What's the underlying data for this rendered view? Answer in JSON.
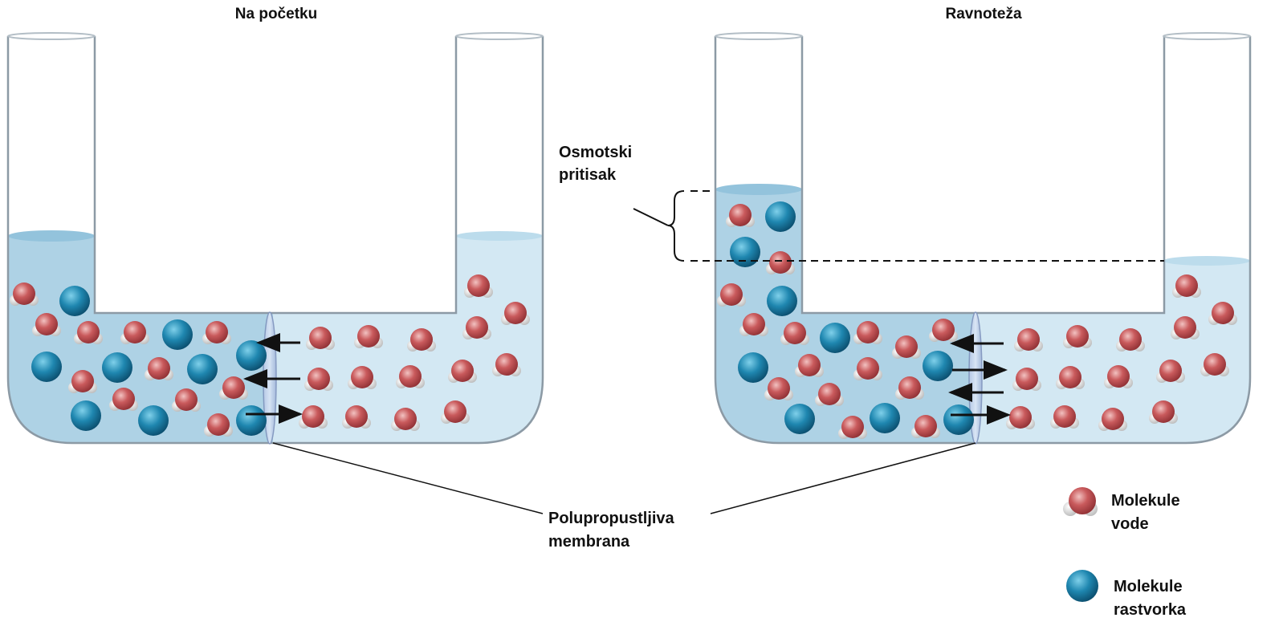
{
  "panels": {
    "left_title": "Na početku",
    "right_title": "Ravnoteža"
  },
  "labels": {
    "osmotic_line1": "Osmotski",
    "osmotic_line2": "pritisak",
    "membrane_line1": "Polupropustljiva",
    "membrane_line2": "membrana"
  },
  "legend": {
    "water_line1": "Molekule",
    "water_line2": "vode",
    "solute_line1": "Molekule",
    "solute_line2": "rastvorka"
  },
  "colors": {
    "solution_light": "#d3e8f3",
    "solution_dark": "#a9cfe3",
    "water_molecule": "#c8575a",
    "solute_molecule": "#1f7fa6",
    "tube_outline": "#8a9aa6"
  }
}
